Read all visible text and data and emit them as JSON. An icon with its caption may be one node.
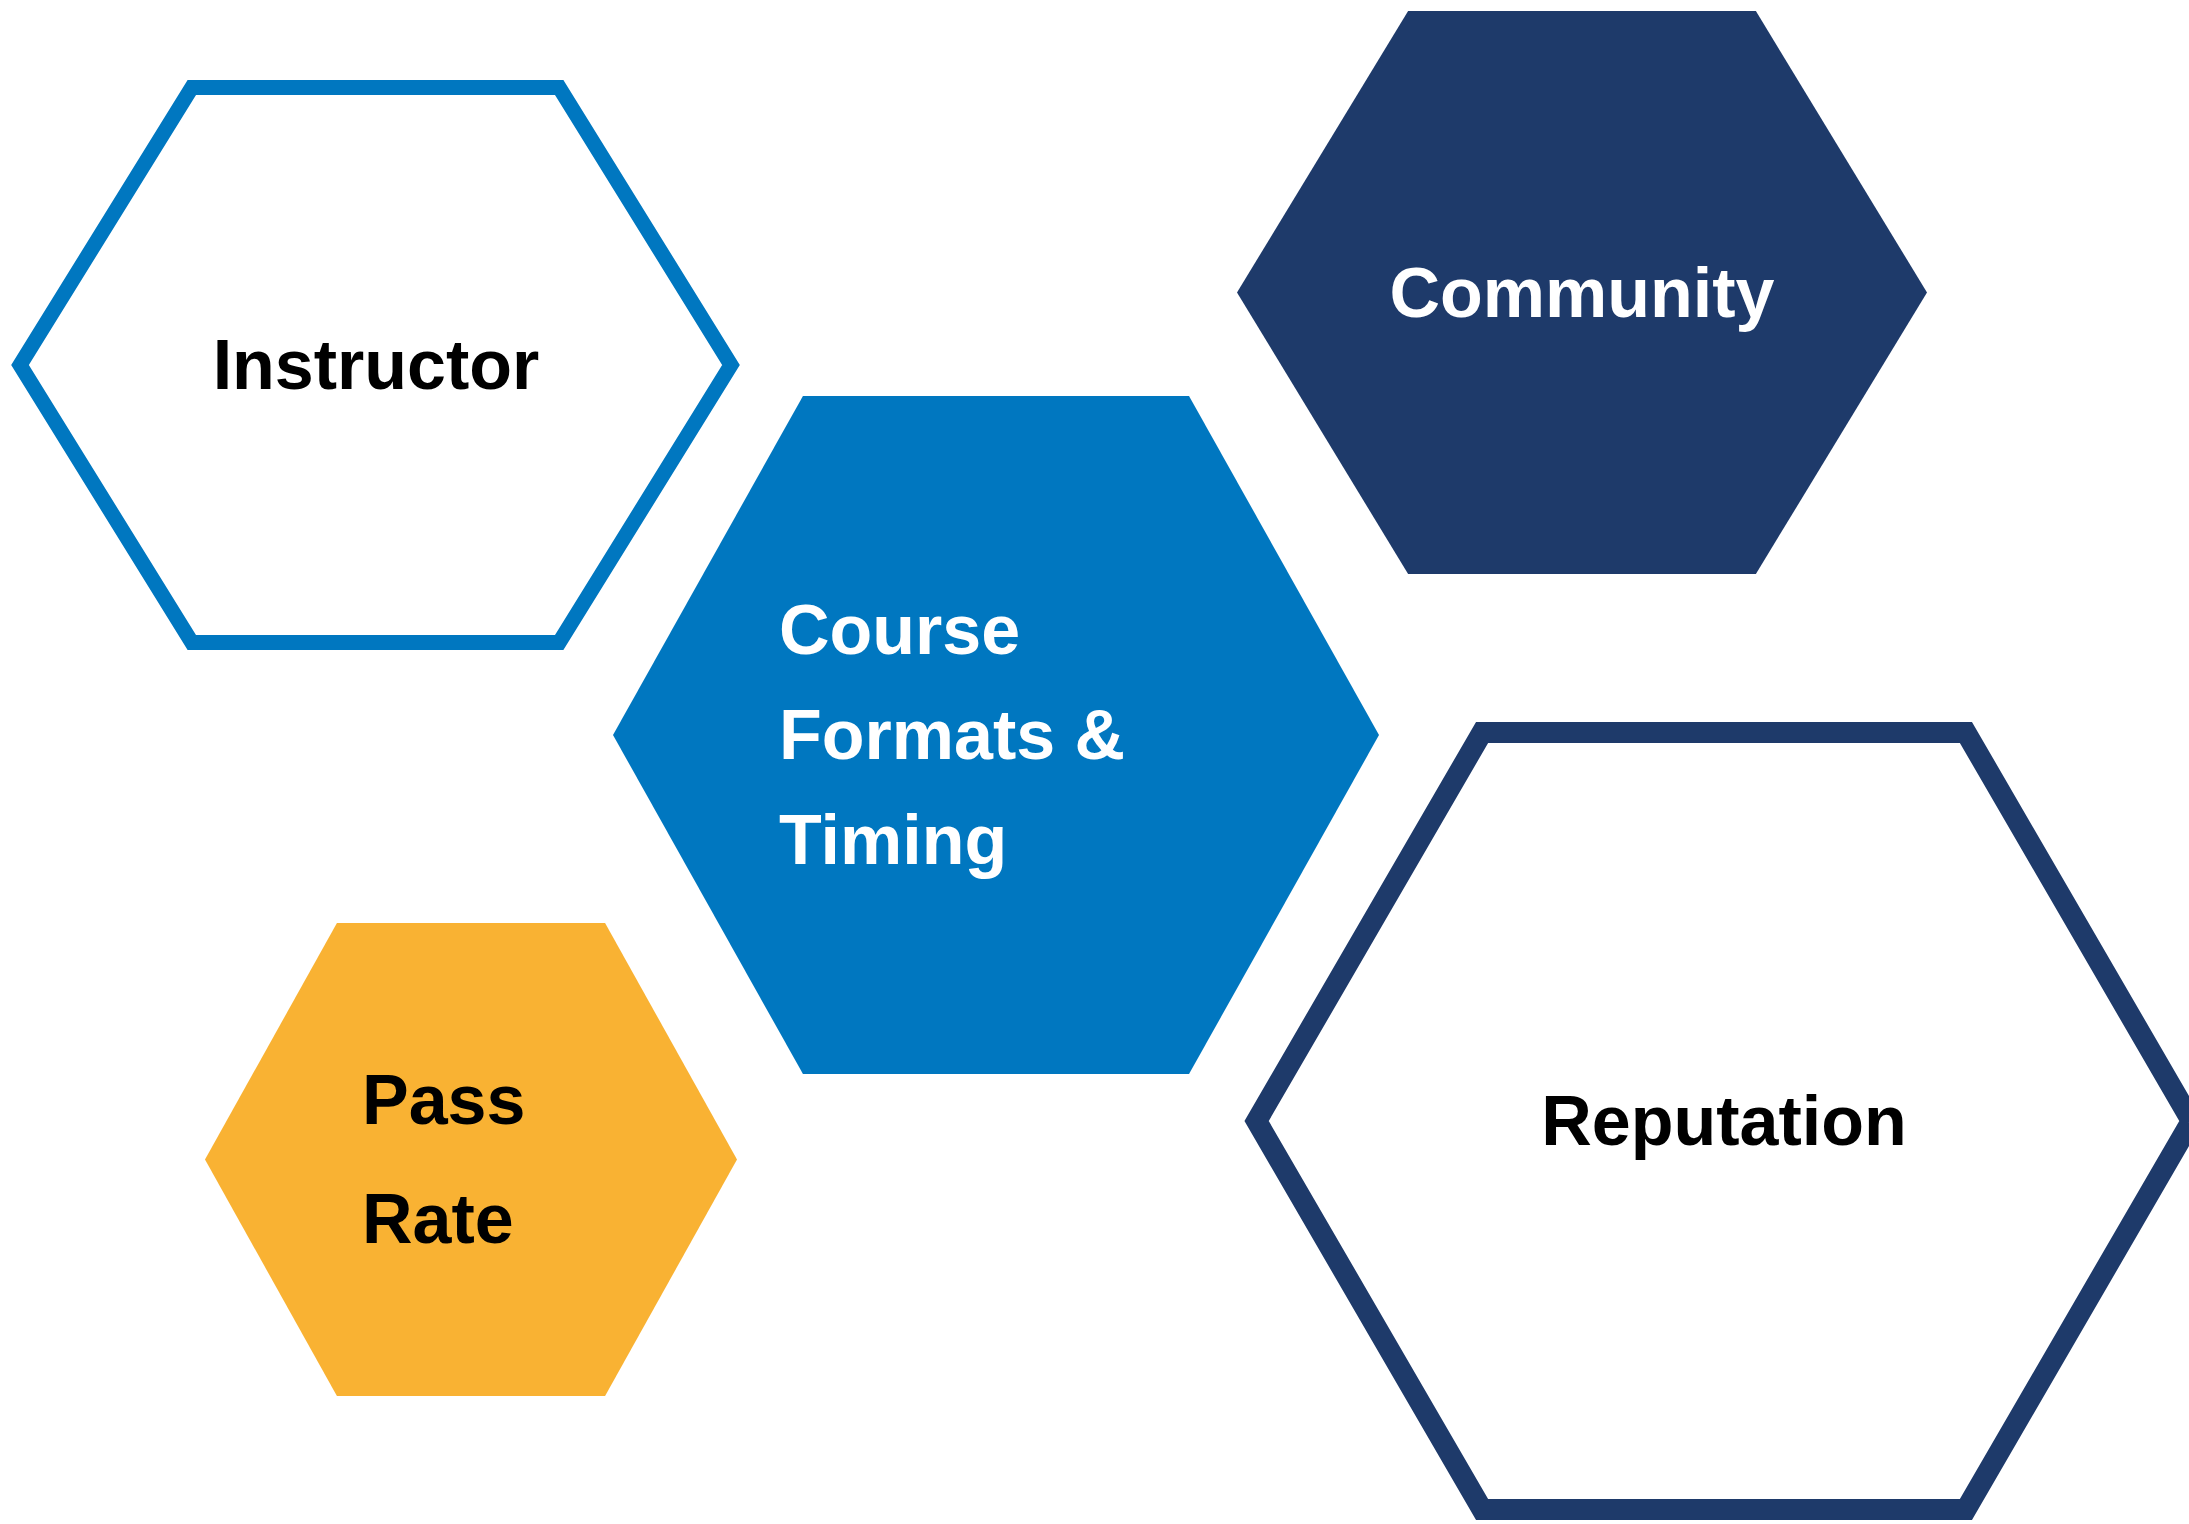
{
  "diagram": {
    "nodes": [
      {
        "text": [
          "Instructor"
        ]
      },
      {
        "text": [
          "Community"
        ]
      },
      {
        "text": [
          "Course Formats & Timing"
        ]
      },
      {
        "text": [
          "Pass Rate"
        ]
      },
      {
        "text": [
          "Reputation"
        ]
      }
    ]
  }
}
